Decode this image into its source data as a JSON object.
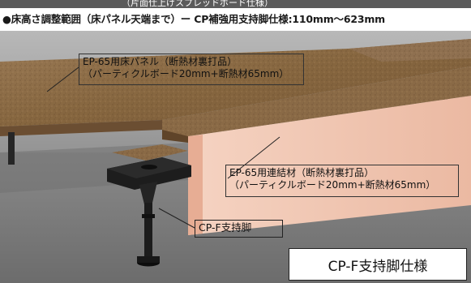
{
  "banner": {
    "cut_text": "（片面仕上げスプレッドボード仕様）"
  },
  "spec": {
    "text": "●床高さ調整範囲（床パネル天端まで）ー CP補強用支持脚仕様:110mm〜623mm"
  },
  "labels": {
    "panel": {
      "line1": "EP-65用床パネル（断熱材裏打品）",
      "line2": "（パーティクルボード20mm+断熱材65mm）"
    },
    "connector": {
      "line1": "EP-65用連結材（断熱材裏打品）",
      "line2": "（パーティクルボード20mm+断熱材65mm）"
    },
    "leg": "CP-F支持脚"
  },
  "caption": "CP-F支持脚仕様",
  "colors": {
    "board": "#8a6a48",
    "board_edge": "#6b4e32",
    "insulation": "#f2c9b5",
    "leg": "#1e1e1e",
    "floor": "#7a7a7a",
    "wall": "#a9a9a9"
  }
}
